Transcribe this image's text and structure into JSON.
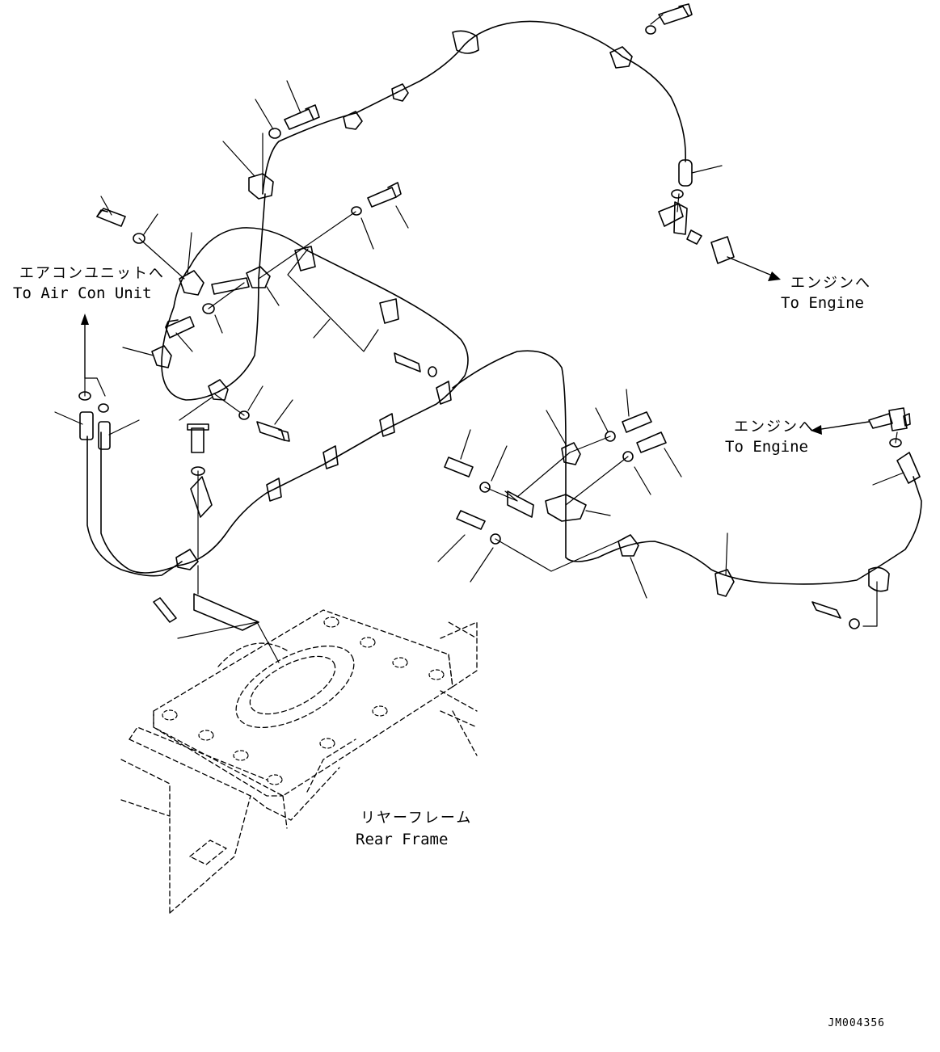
{
  "labels": {
    "air_con_jp": "エアコンユニットへ",
    "air_con_en": "To Air Con Unit",
    "engine_top_jp": "エンジンへ",
    "engine_top_en": "To Engine",
    "engine_right_jp": "エンジンへ",
    "engine_right_en": "To Engine",
    "rear_frame_jp": "リヤーフレーム",
    "rear_frame_en": "Rear Frame"
  },
  "drawing_ref": "JM004356",
  "colors": {
    "line": "#000000",
    "background": "#ffffff"
  },
  "icons": [
    "bolt-icon",
    "washer-icon",
    "clamp-icon",
    "hose-icon",
    "fitting-icon",
    "arrow-icon"
  ]
}
